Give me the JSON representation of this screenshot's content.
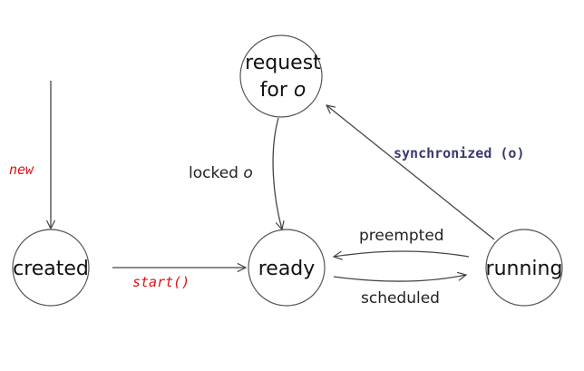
{
  "states": {
    "created": "created",
    "ready": "ready",
    "running": "running",
    "request_line1": "request",
    "request_line2_prefix": "for ",
    "request_line2_var": "o"
  },
  "edges": {
    "new": "new",
    "start": "start()",
    "locked_prefix": "locked ",
    "locked_var": "o",
    "preempted": "preempted",
    "scheduled": "scheduled",
    "synchronized": "synchronized (o)"
  },
  "colors": {
    "code_red": "#e01010",
    "code_navy": "#3a3a70"
  }
}
